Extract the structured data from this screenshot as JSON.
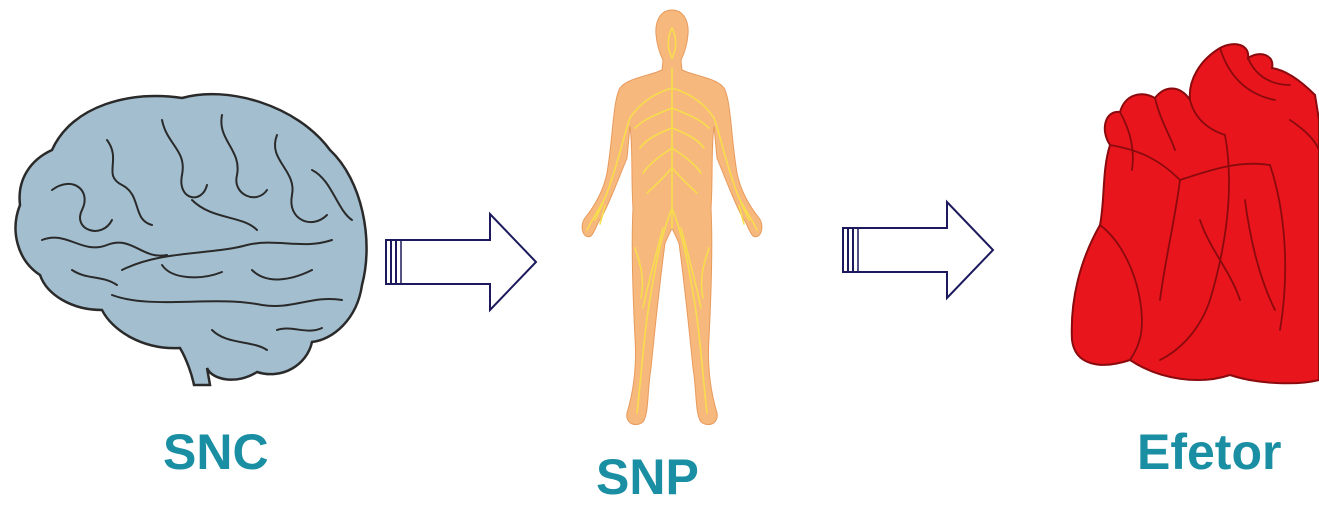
{
  "labels": {
    "snc": "SNC",
    "snp": "SNP",
    "efetor": "Efetor"
  },
  "colors": {
    "label": "#1a8fa3",
    "brain_fill": "#a3bfcf",
    "body_fill": "#f7b87e",
    "nerve": "#f7e04a",
    "heart_fill": "#e8151c",
    "arrow_stroke": "#1c1a5c"
  },
  "icons": [
    "brain-icon",
    "nervous-system-body-icon",
    "heart-icon",
    "arrow-right-icon"
  ]
}
